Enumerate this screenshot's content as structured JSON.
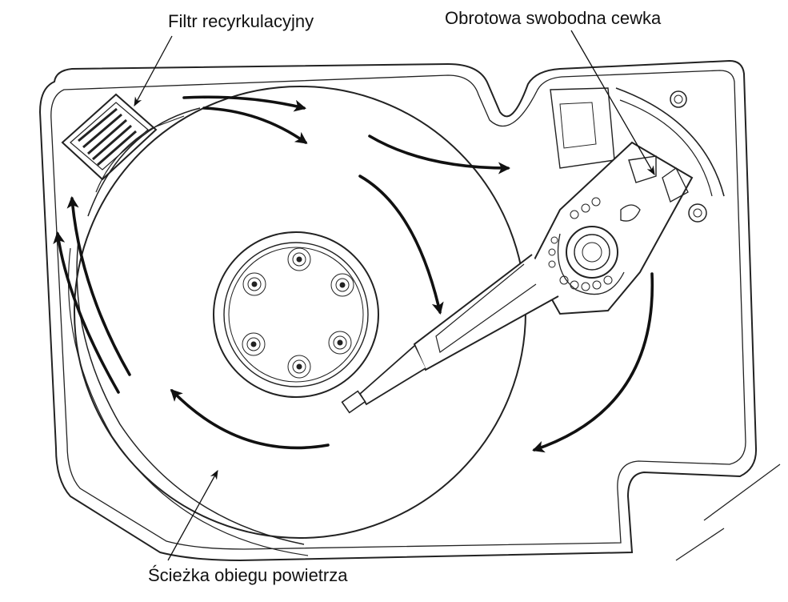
{
  "labels": {
    "filter": "Filtr recyrkulacyjny",
    "coil": "Obrotowa swobodna cewka",
    "air_path": "Ścieżka obiegu powietrza"
  },
  "colors": {
    "ink": "#111111",
    "line": "#222222",
    "background": "#ffffff"
  },
  "icons": [
    "recirculation-filter-icon",
    "actuator-icon",
    "spindle-screw-icon",
    "airflow-arrow-icon"
  ]
}
